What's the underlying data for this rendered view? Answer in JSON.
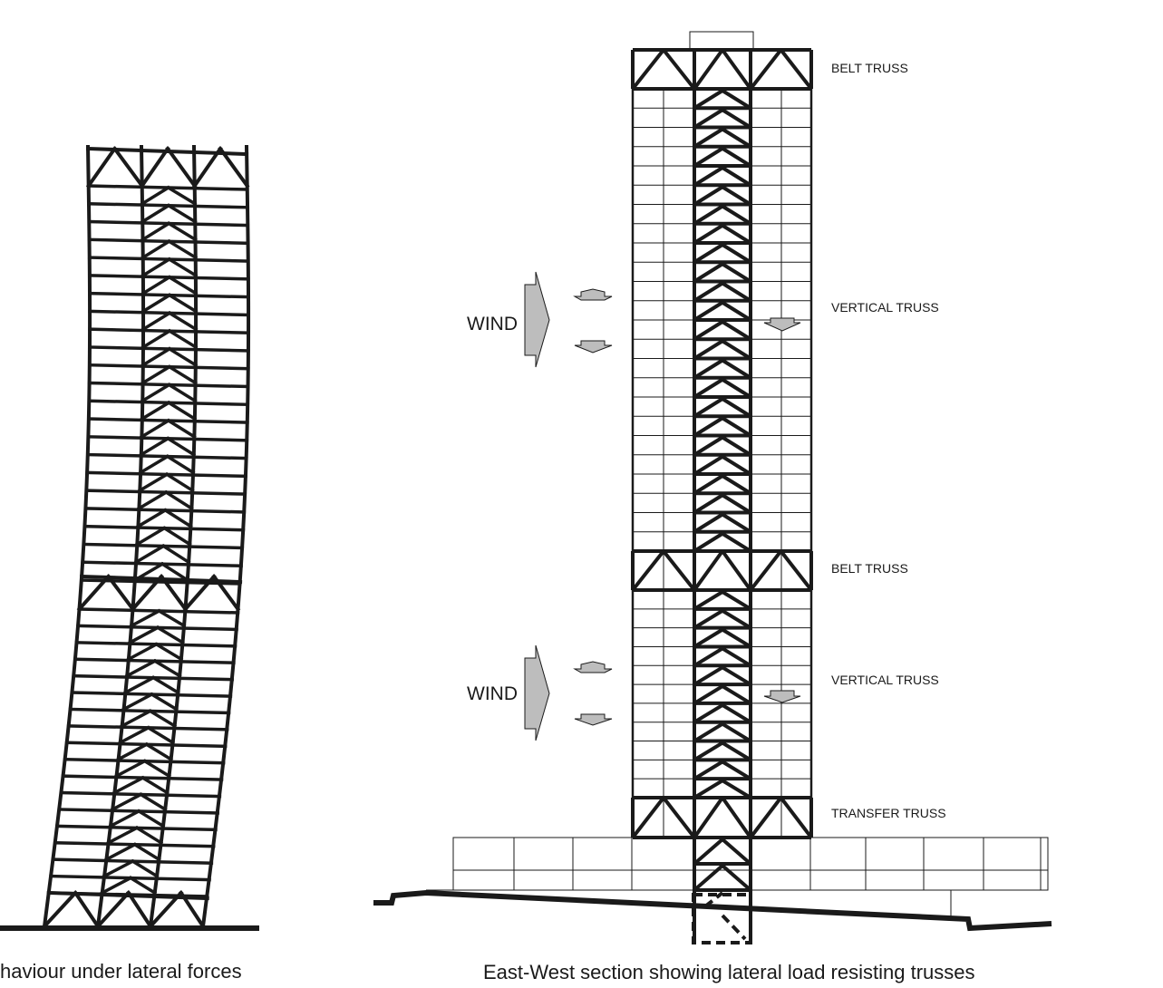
{
  "captions": {
    "left": "haviour under lateral forces",
    "right": "East-West section showing lateral load resisting trusses"
  },
  "labels": {
    "belt_truss_top": "BELT TRUSS",
    "vertical_truss_upper": "VERTICAL TRUSS",
    "belt_truss_mid": "BELT TRUSS",
    "vertical_truss_lower": "VERTICAL TRUSS",
    "transfer_truss": "TRANSFER TRUSS"
  },
  "wind": {
    "upper": "WIND",
    "lower": "WIND"
  },
  "colors": {
    "line": "#1a1a1a",
    "arrow_fill": "#bdbdbd",
    "background": "#ffffff"
  }
}
